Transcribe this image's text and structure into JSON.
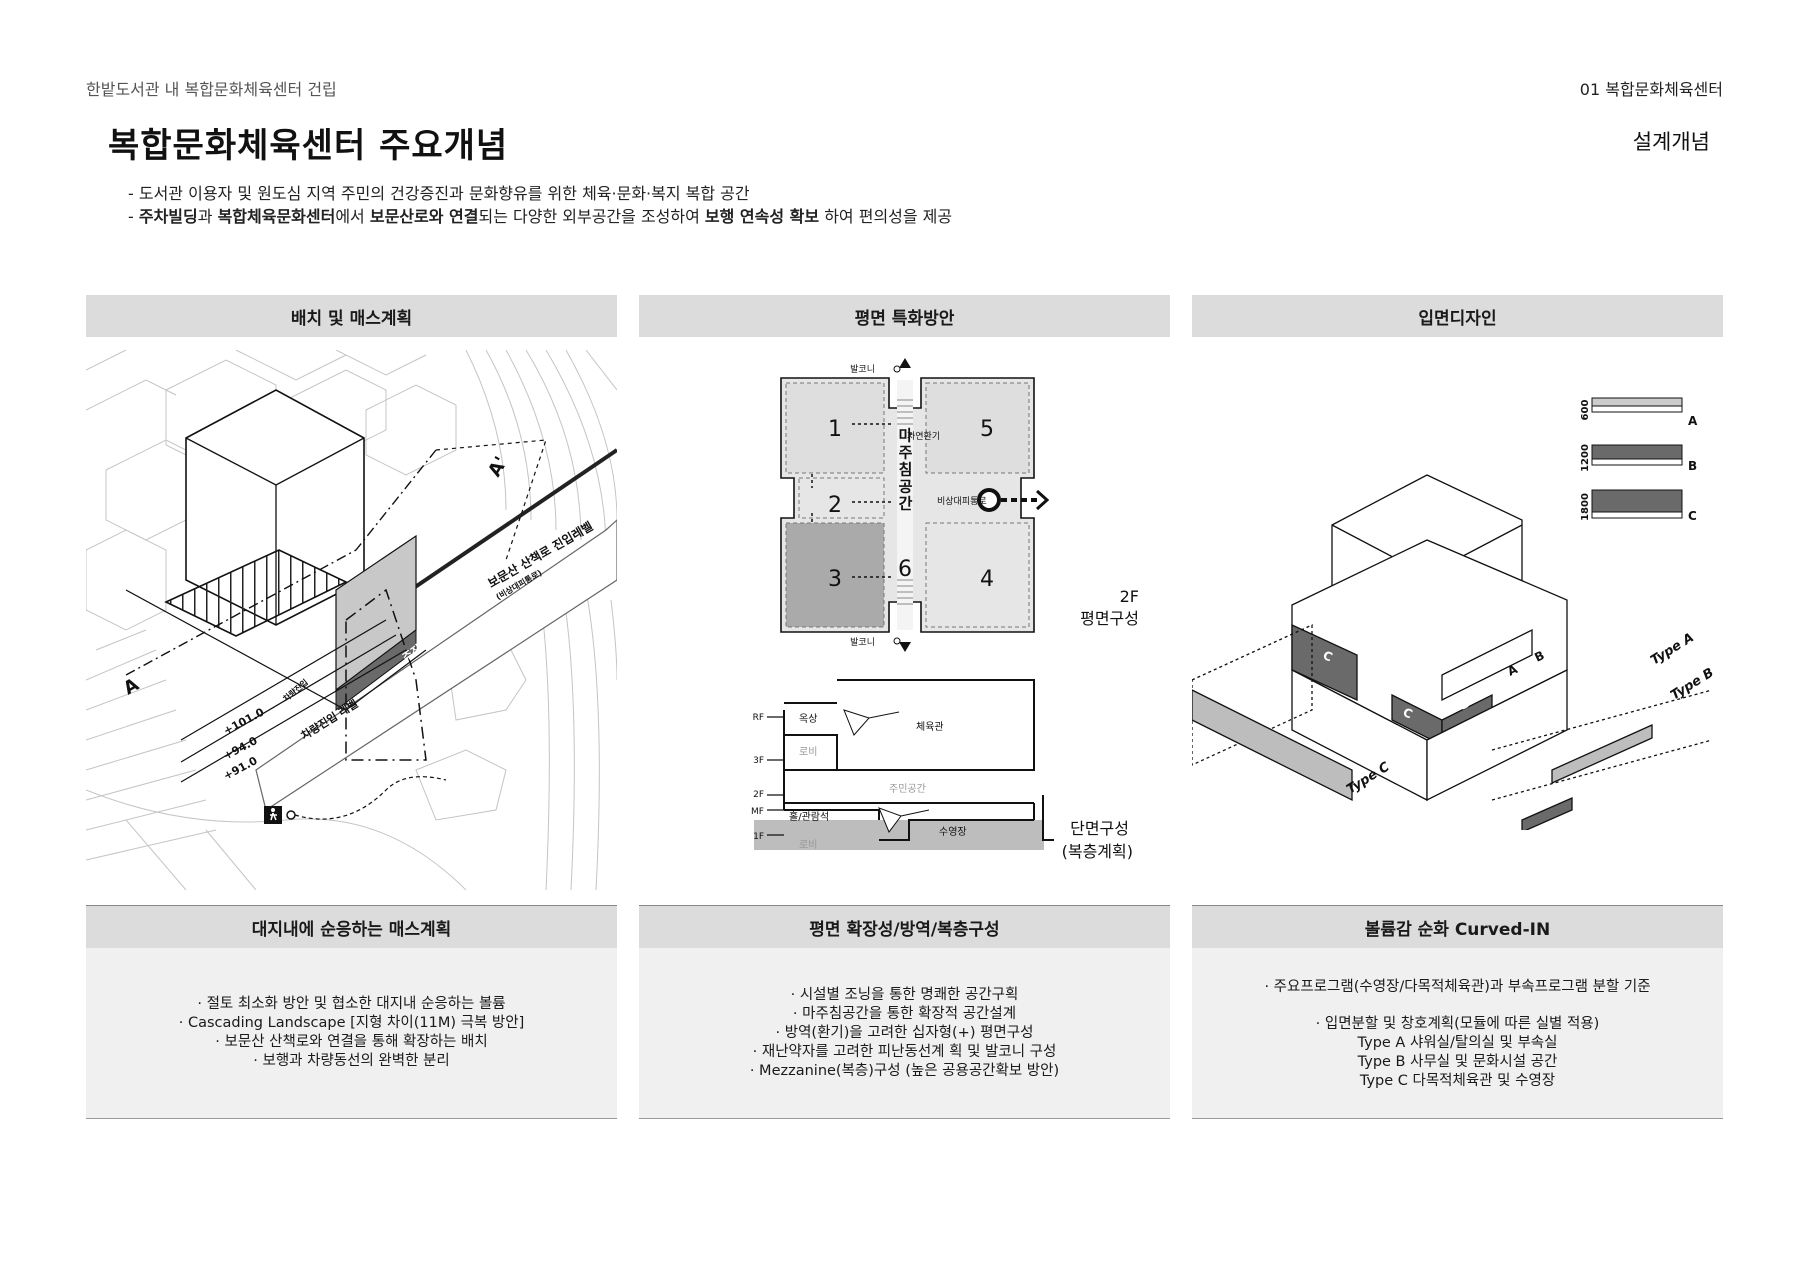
{
  "header": {
    "left": "한밭도서관 내 복합문화체육센터 건립",
    "right": "01 복합문화체육센터"
  },
  "title": "복합문화체육센터 주요개념",
  "subtitle": "설계개념",
  "intro": {
    "line1": "- 도서관 이용자 및 원도심 지역 주민의 건강증진과 문화향유를 위한 체육·문화·복지 복합 공간",
    "line2_parts": [
      "- ",
      "주차빌딩",
      "과 ",
      "복합체육문화센터",
      "에서 ",
      "보문산로와 연결",
      "되는 다양한 외부공간을 조성하여 ",
      "보행 연속성 확보",
      " 하여 편의성을 제공"
    ]
  },
  "columns": [
    {
      "heading": "배치 및 매스계획",
      "subheading": "대지내에 순응하는 매스계획",
      "bullets": [
        "· 절토 최소화 방안 및 협소한 대지내 순응하는 볼륨",
        "· Cascading Landscape [지형 차이(11M) 극복 방안]",
        "· 보문산 산책로와 연결을 통해 확장하는 배치",
        "· 보행과 차량동선의 완벽한 분리"
      ]
    },
    {
      "heading": "평면 특화방안",
      "subheading": "평면 확장성/방역/복층구성",
      "bullets": [
        "· 시설별 조닝을 통한 명쾌한 공간구획",
        "· 마주침공간을 통한 확장적 공간설계",
        "· 방역(환기)을 고려한 십자형(+) 평면구성",
        "· 재난약자를 고려한 피난동선계 획 및 발코니 구성",
        "· Mezzanine(복층)구성 (높은 공용공간확보 방안)"
      ]
    },
    {
      "heading": "입면디자인",
      "subheading": "볼륨감 순화 Curved-IN",
      "bullets": [
        "· 주요프로그램(수영장/다목적체육관)과 부속프로그램  분할 기준",
        "",
        "· 입면분할 및 창호계획(모듈에 따른 실별 적용)",
        "Type A 샤워실/탈의실 및 부속실",
        "Type B 사무실 및 문화시설 공간",
        "Type C 다목적체육관 및 수영장"
      ]
    }
  ],
  "site_diagram": {
    "section_marks": [
      "A",
      "A'"
    ],
    "levels": [
      "+101.0",
      "+94.0",
      "+91.0"
    ],
    "labels": [
      "보문산 산책로 진입레벨",
      "(비상대피통로)",
      "주진입 레벨",
      "차량진입 레벨",
      "차량진입"
    ]
  },
  "plan_diagram": {
    "rooms": [
      "1",
      "2",
      "3",
      "4",
      "5",
      "6"
    ],
    "center_label": "마주침공간",
    "labels": [
      "발코니",
      "자연환기",
      "비상대피통로",
      "발코니"
    ],
    "plan_caption": [
      "2F",
      "평면구성"
    ],
    "section_levels": [
      "RF",
      "3F",
      "2F",
      "MF",
      "1F"
    ],
    "section_rooms": [
      "옥상",
      "로비",
      "체육관",
      "주민공간",
      "홀/관람석",
      "로비",
      "수영장"
    ],
    "section_caption": [
      "단면구성",
      "(복층계획)"
    ]
  },
  "elevation_diagram": {
    "module_dims": [
      "600",
      "1200",
      "1800"
    ],
    "module_types": [
      "A",
      "B",
      "C"
    ],
    "zone_labels": [
      "C",
      "A",
      "B",
      "C",
      "B",
      "A"
    ],
    "type_labels": [
      "Type A",
      "Type B",
      "Type C"
    ]
  },
  "colors": {
    "panel_head": "#dcdcdc",
    "panel_body": "#f0f0f0",
    "dark_fill": "#6a6a6a",
    "mid_fill": "#a8a8a8"
  }
}
